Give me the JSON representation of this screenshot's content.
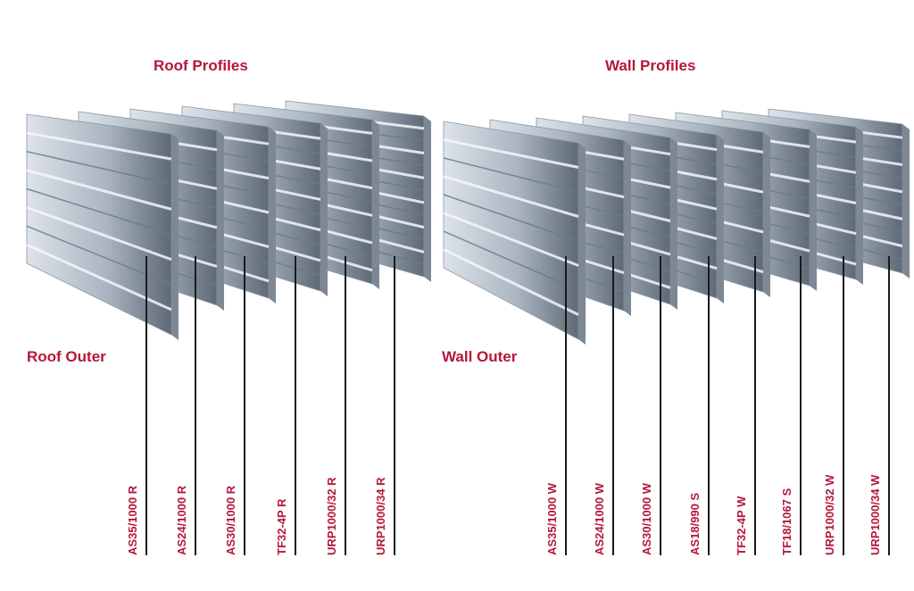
{
  "roof": {
    "title": "Roof Profiles",
    "outer_label": "Roof Outer",
    "profiles": [
      {
        "label": "AS35/1000 R"
      },
      {
        "label": "AS24/1000 R"
      },
      {
        "label": "AS30/1000 R"
      },
      {
        "label": "TF32-4P R"
      },
      {
        "label": "URP1000/32 R"
      },
      {
        "label": "URP1000/34 R"
      }
    ]
  },
  "wall": {
    "title": "Wall Profiles",
    "outer_label": "Wall Outer",
    "profiles": [
      {
        "label": "AS35/1000 W"
      },
      {
        "label": "AS24/1000 W"
      },
      {
        "label": "AS30/1000 W"
      },
      {
        "label": "AS18/990 S"
      },
      {
        "label": "TF32-4P W"
      },
      {
        "label": "TF18/1067 S"
      },
      {
        "label": "URP1000/32 W"
      },
      {
        "label": "URP1000/34 W"
      }
    ]
  },
  "colors": {
    "label_red": "#b5163a",
    "leader_line": "#1a1a1a",
    "steel_light": "#dde3e9",
    "steel_mid": "#aab5c1",
    "steel_dark": "#5e6976"
  }
}
